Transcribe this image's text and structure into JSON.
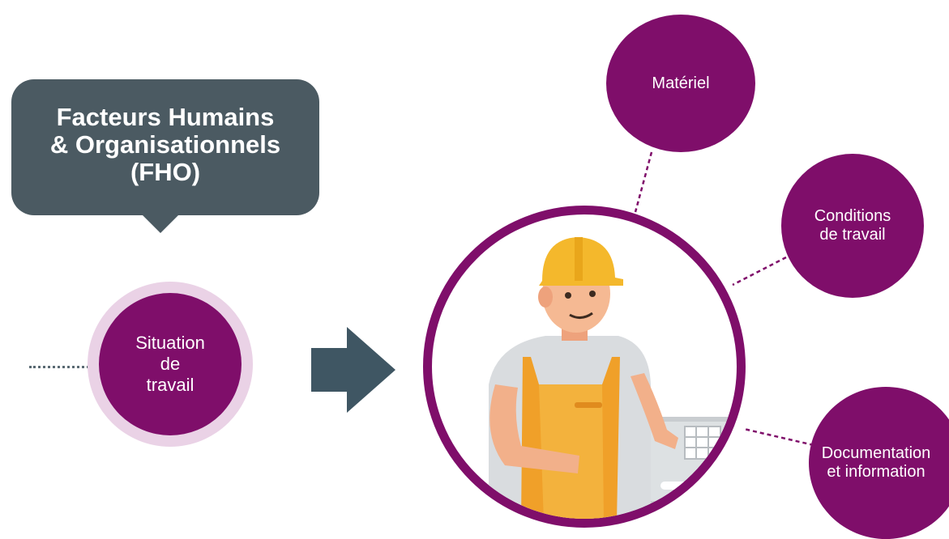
{
  "bubble": {
    "lines": [
      "Facteurs Humains",
      "& Organisationnels",
      "(FHO)"
    ]
  },
  "situation": {
    "lines": [
      "Situation",
      "de",
      "travail"
    ]
  },
  "nodes": {
    "materiel": [
      "Matériel"
    ],
    "conditions": [
      "Conditions",
      "de travail"
    ],
    "documentation": [
      "Documentation",
      "et information"
    ]
  },
  "colors": {
    "purple": "#7f0e6a",
    "light_purple": "#ead2e6",
    "slate": "#4b5a62",
    "arrow": "#3f5663"
  },
  "icons": {
    "arrow": "right-arrow-icon",
    "worker": "worker-illustration"
  }
}
